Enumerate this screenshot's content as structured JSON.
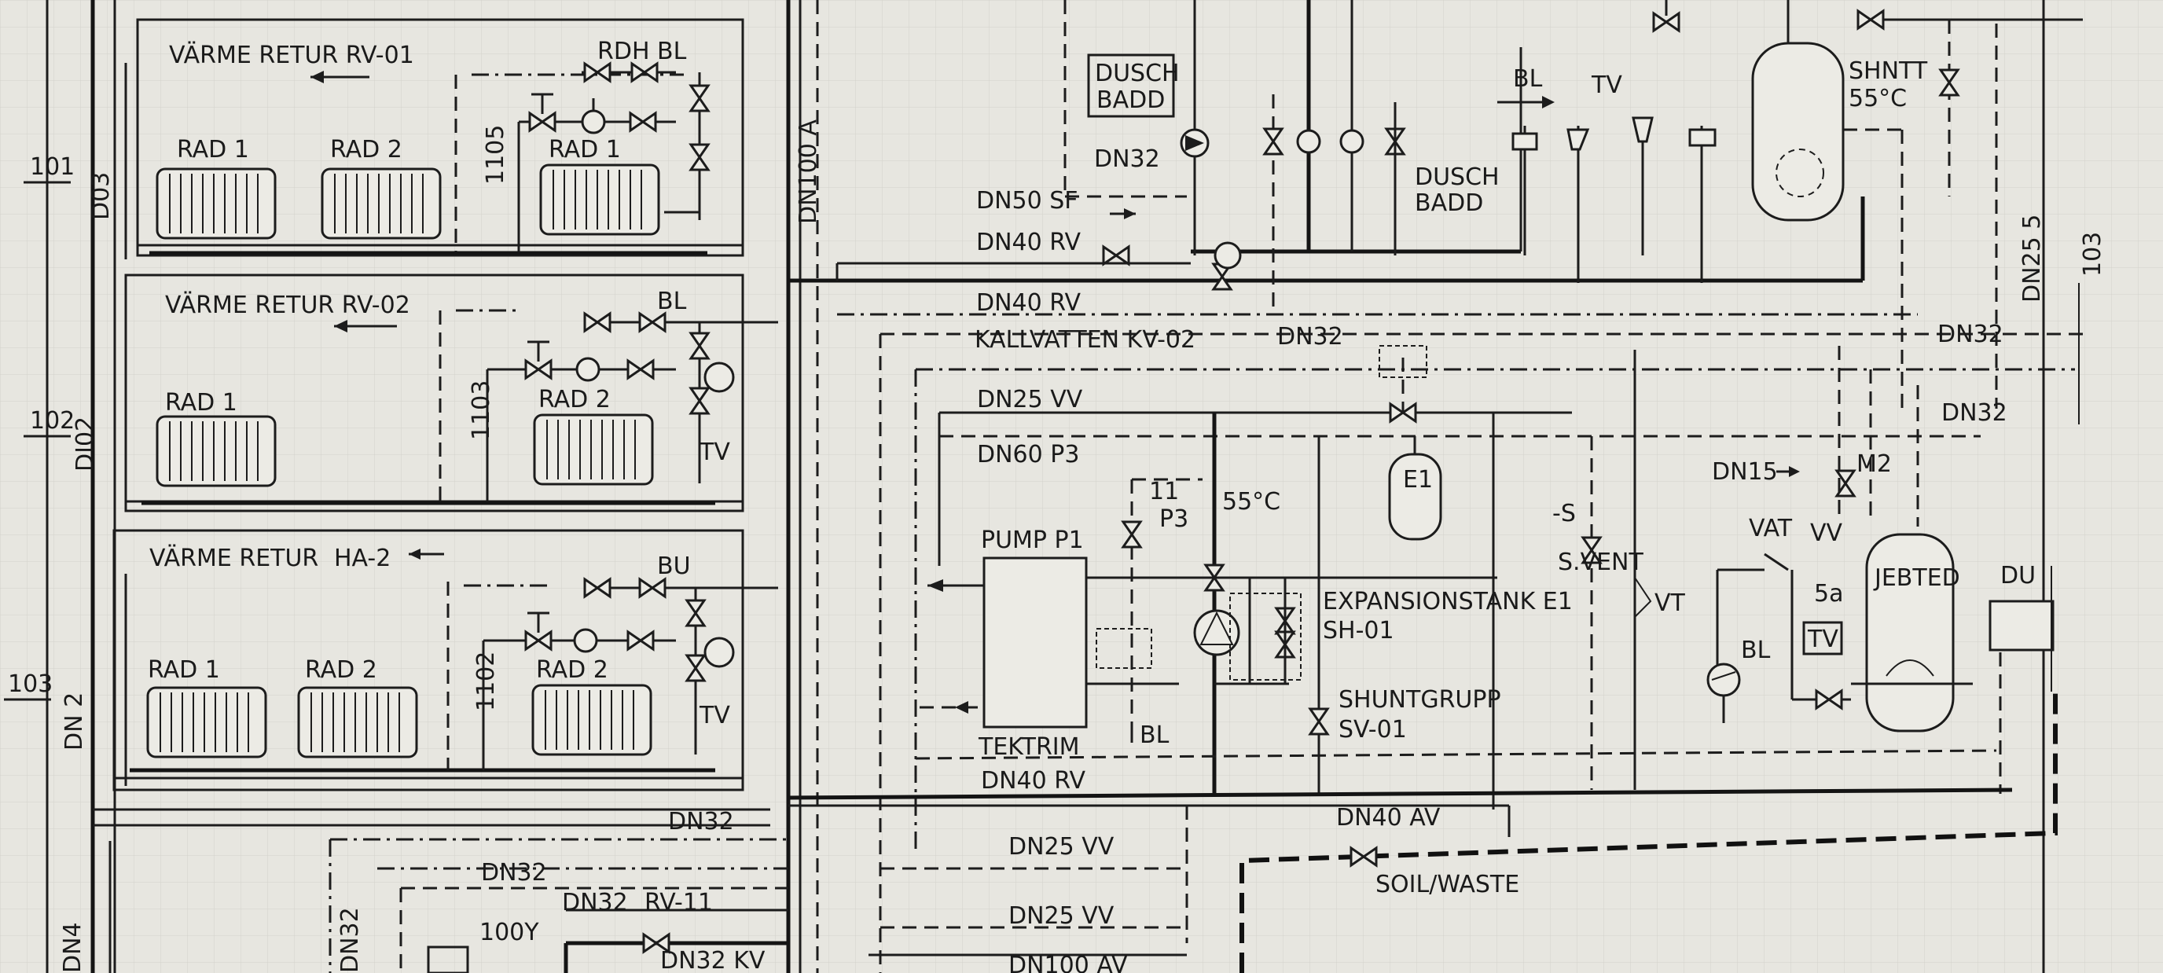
{
  "levels": [
    {
      "number": "101",
      "pipe": "D03"
    },
    {
      "number": "102",
      "pipe": "DI02"
    },
    {
      "number": "103",
      "pipe": "DN 2"
    }
  ],
  "left_lower_pipe": "DN4",
  "rooms": [
    {
      "title": "VÄRME RETUR RV-01",
      "rad_labels": [
        "RAD 1",
        "RAD 2",
        "RAD 1"
      ],
      "riser": "1105",
      "valve_labels": [
        "RDH",
        "BL"
      ]
    },
    {
      "title": "VÄRME RETUR RV-02",
      "rad_labels": [
        "RAD 1",
        "RAD 2"
      ],
      "riser": "1103",
      "valve_labels": [
        "BL"
      ],
      "tv": "TV"
    },
    {
      "title": "VÄRME RETUR",
      "rad_labels": [
        "RAD 1",
        "RAD 2",
        "RAD 2"
      ],
      "riser": "1102",
      "valve_labels": [
        "BU"
      ],
      "tv": "TV"
    }
  ],
  "main_riser": "DN100 A",
  "lower_left": {
    "pipe_a": "DN32",
    "pipe_b": "DN32",
    "pipe_c": "DN32",
    "pipe_d": "DN32",
    "return": "RV-11",
    "kv": "DN32 KV",
    "tank": "100Y"
  },
  "mains": {
    "sf": "DN50 SF",
    "rv_upper": "DN40 RV",
    "rv_middle": "DN40 RV",
    "kv": "KALLVATTEN KV-02",
    "kv_size": "DN32",
    "vv": "DN25 VV",
    "p3": "DN60 P3",
    "rv_lower": "DN40 RV",
    "av": "DN40 AV",
    "vv_lower_1": "DN25 VV",
    "vv_lower_2": "DN25 VV",
    "av_bottom": "DN100 AV",
    "soil": "SOIL/WASTE"
  },
  "top_area": {
    "room": [
      "DUSCH",
      "BADD"
    ],
    "room2": [
      "DUSCH",
      "BADD"
    ],
    "pipe": "DN32",
    "bl": "BL",
    "tv": "TV"
  },
  "heater": {
    "label": [
      "SHNTT",
      "55°C"
    ],
    "pipe": "DN25 5",
    "level": "103"
  },
  "equipment": {
    "pump": "PUMP P1",
    "tektrim": "TEKTRIM",
    "bl": "BL",
    "p3_valve": "P3",
    "p3_tag": "11",
    "temp": "55°C",
    "e1": "E1",
    "exp_tank": [
      "EXPANSIONSTANK E1",
      "SH-01"
    ],
    "shunt": [
      "SHUNTGRUPP",
      "SV-01"
    ],
    "svent": "S.VENT",
    "vt": "VT"
  },
  "right_area": {
    "dn32_a": "DN32",
    "dn32_b": "DN32",
    "dn15": "DN15",
    "m2": "M2",
    "vat": "VAT",
    "vv": "VV",
    "tank_label": "JEBTED",
    "da": "5a",
    "tv": "TV",
    "bl": "BL",
    "du": "DU"
  },
  "colors": {
    "paper": "#e7e6e0",
    "ink": "#1c1c1c"
  }
}
